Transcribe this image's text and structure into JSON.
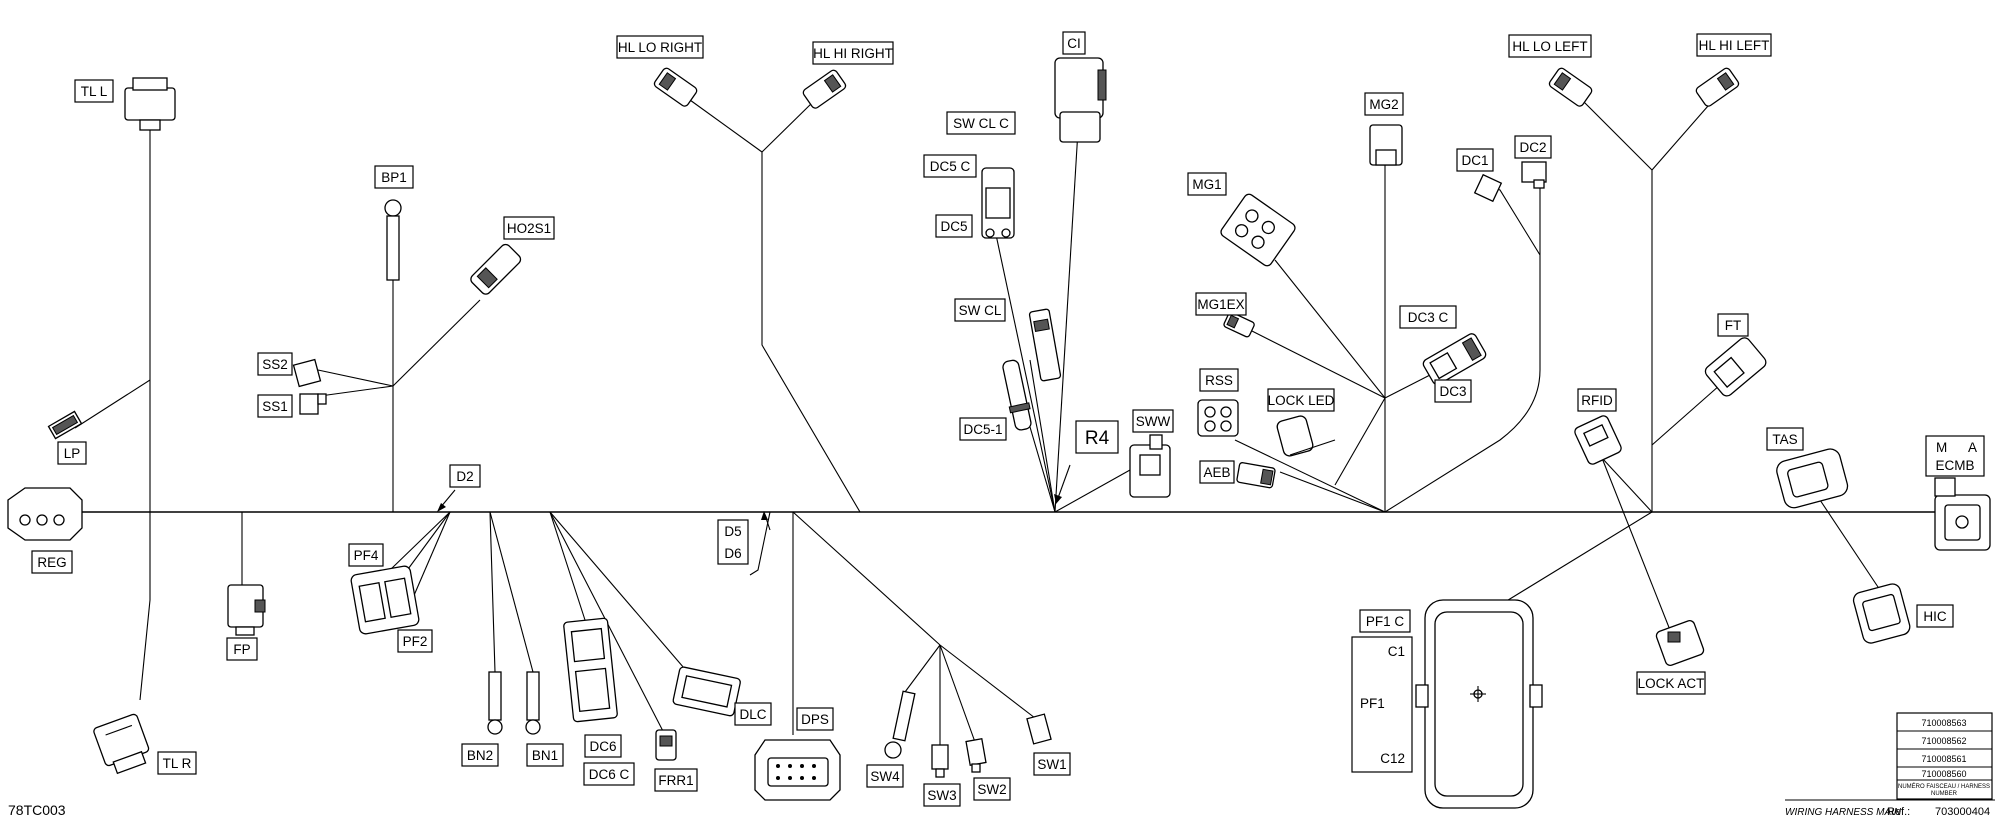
{
  "diagram": {
    "drawing_id": "78TC003",
    "labels": {
      "tl_l": "TL L",
      "tl_r": "TL R",
      "lp": "LP",
      "reg": "REG",
      "fp": "FP",
      "bp1": "BP1",
      "ho2s1": "HO2S1",
      "ss2": "SS2",
      "ss1": "SS1",
      "d2": "D2",
      "pf4": "PF4",
      "pf2": "PF2",
      "bn2": "BN2",
      "bn1": "BN1",
      "dc6": "DC6",
      "dc6_c": "DC6  C",
      "frr1": "FRR1",
      "dlc": "DLC",
      "d5": "D5",
      "d6": "D6",
      "dps": "DPS",
      "sw4": "SW4",
      "sw3": "SW3",
      "sw2": "SW2",
      "sw1": "SW1",
      "hl_lo_right": "HL  LO RIGHT",
      "hl_hi_right": "HL  HI RIGHT",
      "ci": "CI",
      "sw_cl_c": "SW  CL  C",
      "dc5_c": "DC5  C",
      "dc5": "DC5",
      "sw_cl": "SW  CL",
      "dc5_1": "DC5-1",
      "r4": "R4",
      "sww": "SWW",
      "mg2": "MG2",
      "mg1": "MG1",
      "mg1ex": "MG1EX",
      "rss": "RSS",
      "lock_led": "LOCK LED",
      "aeb": "AEB",
      "dc1": "DC1",
      "dc2": "DC2",
      "dc3_c": "DC3  C",
      "dc3": "DC3",
      "hl_lo_left": "HL  LO LEFT",
      "hl_hi_left": "HL  HI LEFT",
      "ft": "FT",
      "rfid": "RFID",
      "tas": "TAS",
      "m": "M",
      "a": "A",
      "ecmb": "ECMB",
      "hic": "HIC",
      "lock_act": "LOCK  ACT",
      "pf1_c": "PF1  C",
      "pf1": "PF1",
      "c1": "C1",
      "c12": "C12"
    },
    "harness_numbers": [
      "710008563",
      "710008562",
      "710008561",
      "710008560"
    ],
    "harness_number_caption_1": "NUMÉRO FAISCEAU / HARNESS",
    "harness_number_caption_2": "NUMBER",
    "title_block": {
      "title": "WIRING HARNESS  MAIN",
      "ref_label": "Ref.:",
      "ref_value": "703000404"
    }
  }
}
